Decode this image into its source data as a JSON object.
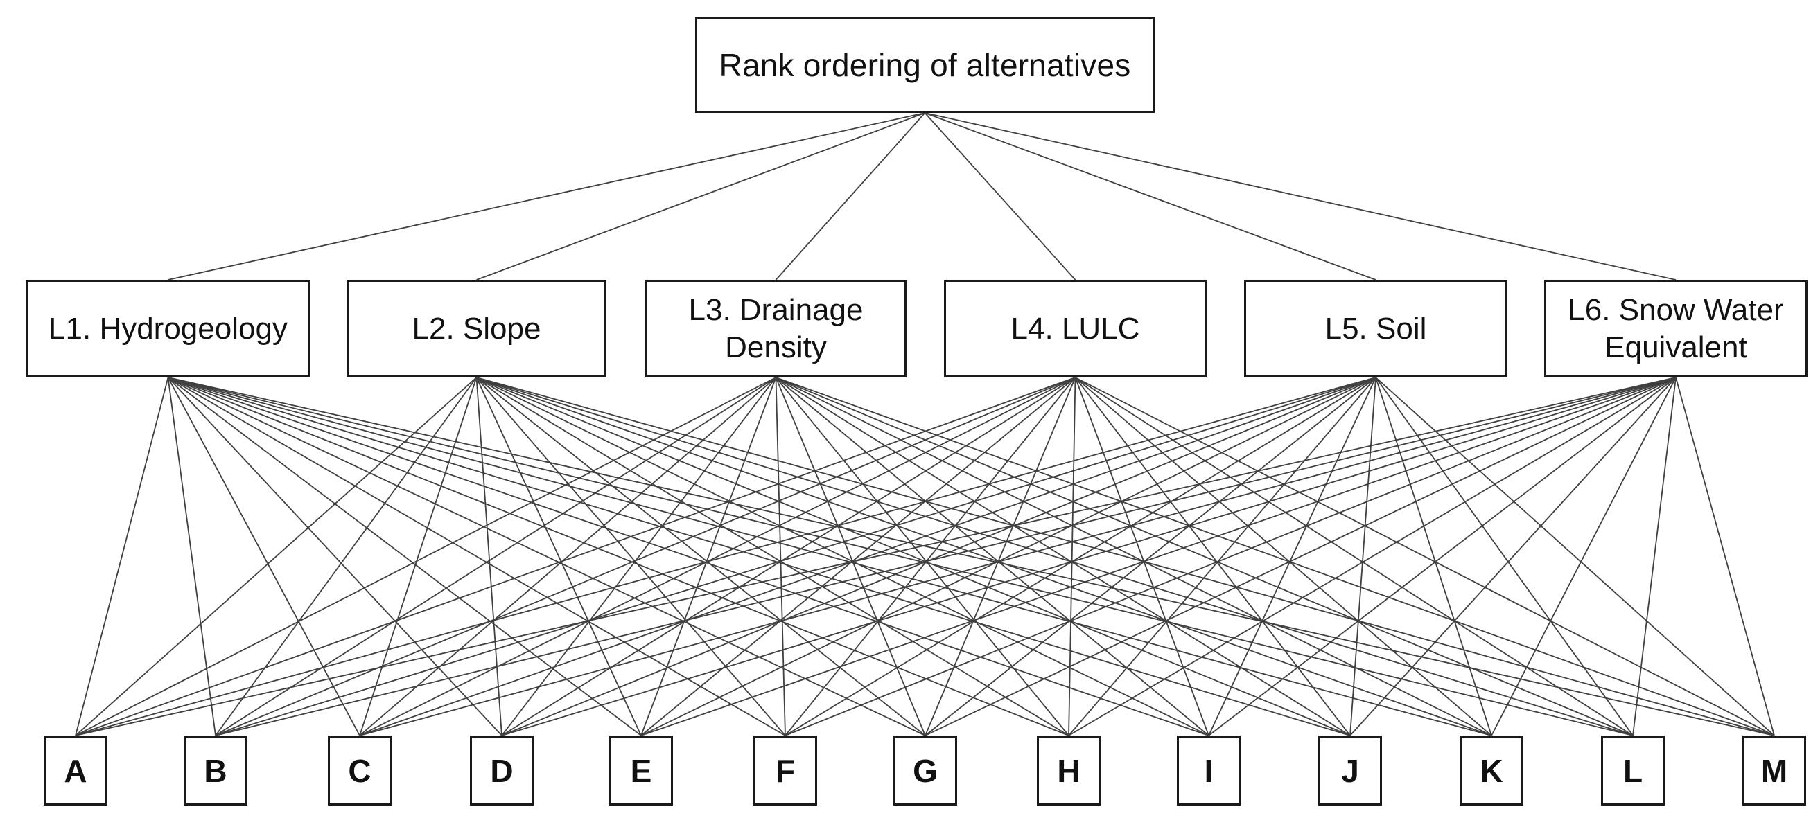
{
  "goal": {
    "label": "Rank ordering of alternatives"
  },
  "criteria": [
    {
      "id": "L1",
      "label": "L1. Hydrogeology"
    },
    {
      "id": "L2",
      "label": "L2. Slope"
    },
    {
      "id": "L3",
      "label": "L3. Drainage Density"
    },
    {
      "id": "L4",
      "label": "L4. LULC"
    },
    {
      "id": "L5",
      "label": "L5. Soil"
    },
    {
      "id": "L6",
      "label": "L6. Snow Water Equivalent"
    }
  ],
  "alternatives": [
    "A",
    "B",
    "C",
    "D",
    "E",
    "F",
    "G",
    "H",
    "I",
    "J",
    "K",
    "L",
    "M"
  ],
  "edges": {
    "goal_to_criteria": "every criterion connected to goal",
    "criteria_to_alternatives": "every criterion connected to every alternative"
  },
  "colors": {
    "background": "#ffffff",
    "box_fill": "#ffffff",
    "box_border": "#1a1a1a",
    "connector": "#404040",
    "text": "#111111"
  }
}
